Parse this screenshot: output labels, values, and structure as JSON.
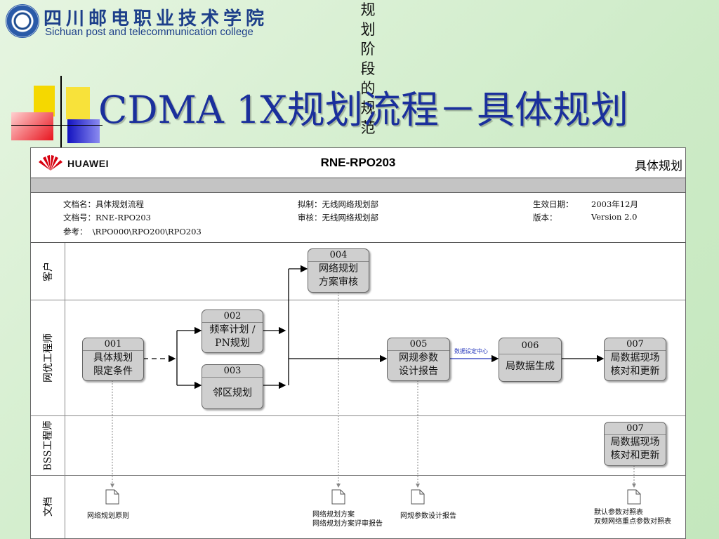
{
  "header": {
    "school_cn": "四川邮电职业技术学院",
    "school_en": "Sichuan post and telecommunication college"
  },
  "vertical_text": [
    "规",
    "划",
    "阶",
    "段",
    "的",
    "规",
    "范"
  ],
  "slide_title": "CDMA 1X规划流程－具体规划",
  "document": {
    "brand": "HUAWEI",
    "code": "RNE-RPO203",
    "section": "具体规划",
    "meta": {
      "doc_name": "文档名：具体规划流程",
      "doc_no": "文档号：RNE-RPO203",
      "reference": "参考：  \\RPO000\\RPO200\\RPO203",
      "drafted": "拟制：无线网络规划部",
      "reviewed": "审核：无线网络规划部",
      "effective_label": "生效日期：",
      "effective_value": "2003年12月",
      "version_label": "版本：",
      "version_value": "Version 2.0"
    },
    "lanes": [
      "客户",
      "网优工程师",
      "BSS工程师",
      "文档"
    ],
    "boxes": {
      "b001": {
        "num": "001",
        "l1": "具体规划",
        "l2": "限定条件"
      },
      "b002": {
        "num": "002",
        "l1": "频率计划 /",
        "l2": "PN规划"
      },
      "b003": {
        "num": "003",
        "l1": "邻区规划",
        "l2": ""
      },
      "b004": {
        "num": "004",
        "l1": "网络规划",
        "l2": "方案审核"
      },
      "b005": {
        "num": "005",
        "l1": "网规参数",
        "l2": "设计报告"
      },
      "b006": {
        "num": "006",
        "l1": "局数据生成",
        "l2": ""
      },
      "b007a": {
        "num": "007",
        "l1": "局数据现场",
        "l2": "核对和更新"
      },
      "b007b": {
        "num": "007",
        "l1": "局数据现场",
        "l2": "核对和更新"
      }
    },
    "arrow_label": "数据设定中心",
    "docs": {
      "d1": [
        "网络规划原则"
      ],
      "d2": [
        "网络规划方案",
        "网络规划方案评审报告"
      ],
      "d3": [
        "网规参数设计报告"
      ],
      "d4": [
        "默认参数对照表",
        "双频网络重点参数对照表"
      ]
    }
  }
}
